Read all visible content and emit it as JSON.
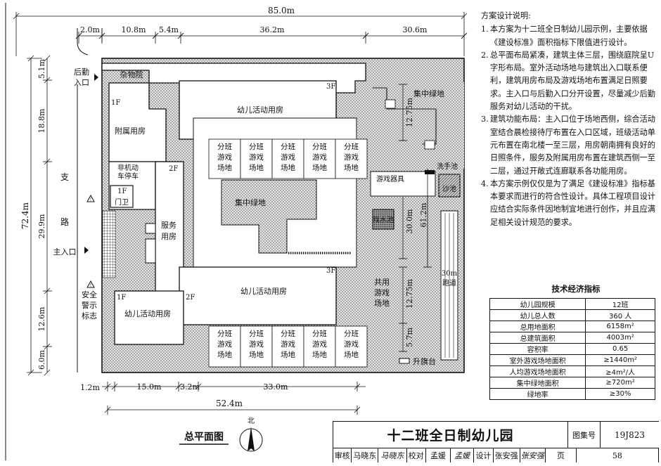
{
  "dimensions": {
    "top_total": "85.0m",
    "top_segments": [
      "2.0m",
      "10.8m",
      "5.4m",
      "36.2m",
      "30.6m"
    ],
    "left_total": "72.4m",
    "left_segments": [
      "5.1m",
      "18.8m",
      "29.9m",
      "12.6m",
      "6.0m"
    ],
    "bottom_segments": [
      "1.2m",
      "15.0m",
      "3.2m",
      "33.0m"
    ],
    "bottom_total": "52.4m",
    "inner_vertical": [
      "12.75m",
      "30.0m",
      "61.2m",
      "12.75m",
      "5.7m"
    ]
  },
  "road": {
    "char1": "支",
    "char2": "路",
    "entrance": "主入口",
    "back_entrance_1": "后勤",
    "back_entrance_2": "入口"
  },
  "labels": {
    "misc_yard": "杂物院",
    "annex": "附属用房",
    "nonmotor_1": "非机动",
    "nonmotor_2": "车停车",
    "guard_1": "1F",
    "guard_2": "门卫",
    "service_1": "服务",
    "service_2": "用房",
    "activity_north": "幼儿活动用房",
    "activity_south": "幼儿活动用房",
    "activity_west": "幼儿活动用房",
    "green_center": "集中绿地",
    "green_east": "集中绿地",
    "equipment": "游戏器具",
    "washing": "洗手池",
    "sandpit": "沙池",
    "pool": "戏水池",
    "runway_1": "30m",
    "runway_2": "跑道",
    "shared_1": "共用",
    "shared_2": "游戏",
    "shared_3": "场地",
    "flag": "升旗台",
    "safety_1": "安全",
    "safety_2": "警示",
    "safety_3": "标志",
    "floor_1f": "1F",
    "floor_2f": "2F",
    "floor_3f": "3F",
    "play_1": "分班",
    "play_2": "游戏",
    "play_3": "场地"
  },
  "plan_title": "总平面图",
  "north": "北",
  "notes": {
    "title": "方案设计说明:",
    "items": [
      {
        "num": "1.",
        "text": "本方案为十二班全日制幼儿园示例，主要依据《建设标准》面积指标下限值进行设计。"
      },
      {
        "num": "2.",
        "text": "总平面布局紧凑，建筑主体三层，围绕庭院呈U字形布局。室外活动场地与建筑出入口联系便利，建筑用房布局及游戏场地布置满足日照要求。主入口与后勤入口分开设置，尽量减少后勤服务对幼儿活动的干扰。"
      },
      {
        "num": "3.",
        "text": "建筑功能布局：主入口位于场地西侧，综合活动室结合晨检接待厅布置在入口区域，班级活动单元布置在南北楼一至三层，用房朝南拥有良好的日照条件，服务及附属用房布置在建筑西侧一至二层，通过开敞式连廊联系各功能用房。"
      },
      {
        "num": "4.",
        "text": "本方案示例仅仅是为了满足《建设标准》指标基本要求而进行的符合性设计。具体工程项目设计应结合实际条件因地制宜地进行创作，并且应满足相关设计规范的要求。"
      }
    ]
  },
  "tech": {
    "title": "技术经济指标",
    "rows": [
      [
        "幼儿园规模",
        "12班"
      ],
      [
        "幼儿总人数",
        "360 人"
      ],
      [
        "总用地面积",
        "6158m²"
      ],
      [
        "总建筑面积",
        "4003m²"
      ],
      [
        "容积率",
        "0.65"
      ],
      [
        "室外游戏场地面积",
        "≥1440m²"
      ],
      [
        "人均游戏场地面积",
        "≥4m²/人"
      ],
      [
        "集中绿地面积",
        "≥720m²"
      ],
      [
        "绿地率",
        "≥30%"
      ]
    ]
  },
  "titleblock": {
    "title": "十二班全日制幼儿园",
    "atlas_label": "图集号",
    "atlas_no": "19J823",
    "row": [
      "审核",
      "马晓东",
      "马晓东",
      "校对",
      "孟媛",
      "孟媛",
      "设计",
      "张安强",
      "张安强",
      "页",
      "58"
    ]
  }
}
